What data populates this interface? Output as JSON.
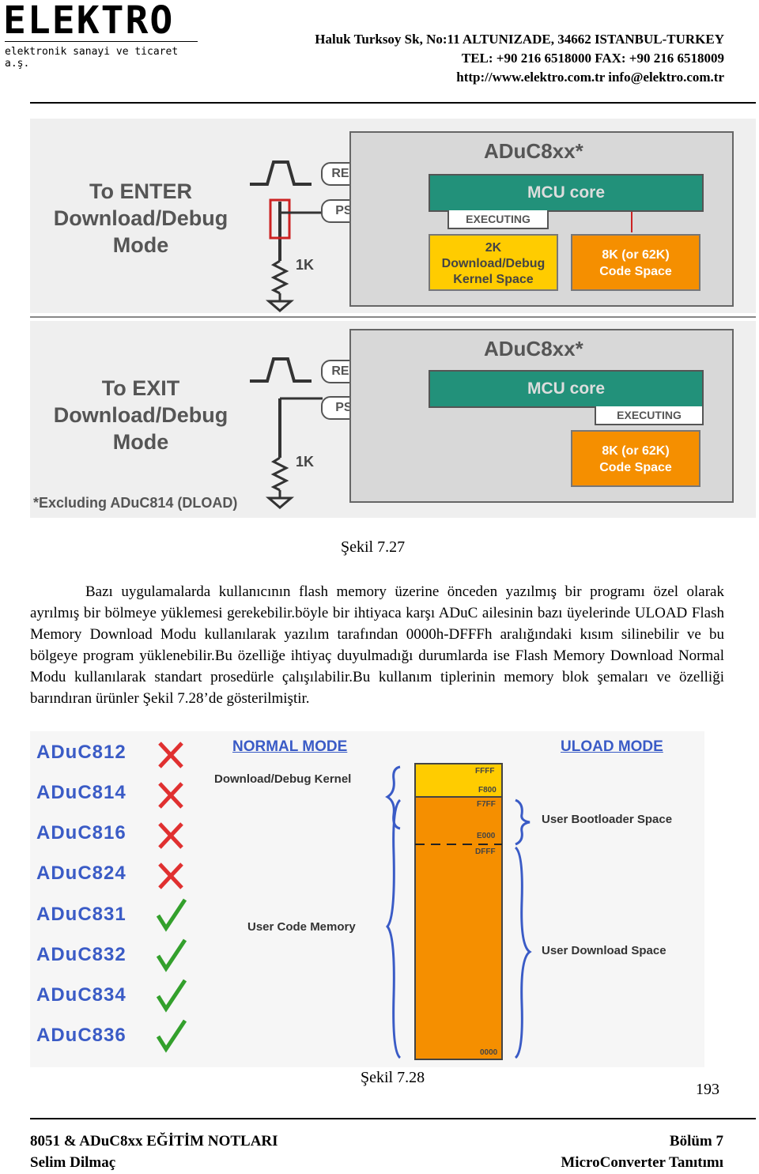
{
  "header": {
    "logo_text": "ELEKTRO",
    "logo_sub": "elektronik sanayi ve ticaret a.ş.",
    "address": "Haluk Turksoy Sk, No:11 ALTUNIZADE, 34662  ISTANBUL-TURKEY",
    "phone_fax": "TEL: +90 216 6518000     FAX: +90 216 6518009",
    "web_email": "http://www.elektro.com.tr    info@elektro.com.tr"
  },
  "figure1": {
    "top": {
      "title_lines": [
        "To ENTER",
        "Download/Debug",
        "Mode"
      ],
      "chip": "ADuC8xx*",
      "mcu": "MCU core",
      "executing": "EXECUTING",
      "kernel_lines": [
        "2K",
        "Download/Debug",
        "Kernel Space"
      ],
      "code_lines": [
        "8K (or 62K)",
        "Code Space"
      ],
      "reset": "RESET",
      "psen": "PSEN",
      "resistor": "1K"
    },
    "bottom": {
      "title_lines": [
        "To EXIT",
        "Download/Debug",
        "Mode"
      ],
      "chip": "ADuC8xx*",
      "mcu": "MCU core",
      "executing": "EXECUTING",
      "code_lines": [
        "8K (or 62K)",
        "Code Space"
      ],
      "reset": "RESET",
      "psen": "PSEN",
      "resistor": "1K",
      "footnote": "*Excluding ADuC814 (DLOAD)"
    },
    "caption": "Şekil 7.27"
  },
  "paragraph": "Bazı uygulamalarda kullanıcının flash memory üzerine önceden yazılmış bir programı özel olarak ayrılmış bir bölmeye yüklemesi gerekebilir.böyle bir ihtiyaca karşı ADuC ailesinin bazı üyelerinde ULOAD Flash Memory Download Modu kullanılarak yazılım tarafından 0000h-DFFFh aralığındaki kısım silinebilir ve bu bölgeye program yüklenebilir.Bu özelliğe ihtiyaç duyulmadığı durumlarda ise Flash Memory Download Normal Modu kullanılarak standart prosedürle çalışılabilir.Bu kullanım tiplerinin memory blok şemaları ve özelliği barındıran ürünler Şekil 7.28’de  gösterilmiştir.",
  "figure2": {
    "chips": [
      {
        "name": "ADuC812",
        "supported": false
      },
      {
        "name": "ADuC814",
        "supported": false
      },
      {
        "name": "ADuC816",
        "supported": false
      },
      {
        "name": "ADuC824",
        "supported": false
      },
      {
        "name": "ADuC831",
        "supported": true
      },
      {
        "name": "ADuC832",
        "supported": true
      },
      {
        "name": "ADuC834",
        "supported": true
      },
      {
        "name": "ADuC836",
        "supported": true
      }
    ],
    "normal_mode": "NORMAL MODE",
    "uload_mode": "ULOAD MODE",
    "kernel_label": "Download/Debug Kernel",
    "user_code_label": "User Code Memory",
    "bootloader_label": "User Bootloader Space",
    "download_label": "User Download Space",
    "addresses": {
      "a1": "FFFF",
      "a2": "F800",
      "a3": "F7FF",
      "a4": "E000",
      "a5": "DFFF",
      "a6": "0000"
    },
    "colors": {
      "kernel": "#ffcc00",
      "user": "#f58f00",
      "chip_text": "#3a5bc6",
      "cross": "#e03030",
      "check": "#33a02c"
    },
    "caption": "Şekil 7.28"
  },
  "page_number": "193",
  "footer": {
    "left_line1": "8051 & ADuC8xx EĞİTİM NOTLARI",
    "left_line2": "Selim Dilmaç",
    "right_line1": "Bölüm 7",
    "right_line2": "MicroConverter Tanıtımı"
  }
}
